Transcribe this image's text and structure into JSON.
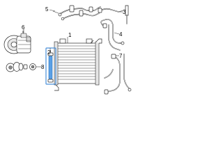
{
  "diagram": {
    "callouts": [
      {
        "id": "1",
        "text": "1"
      },
      {
        "id": "2",
        "text": "2"
      },
      {
        "id": "3",
        "text": "3"
      },
      {
        "id": "4",
        "text": "4"
      },
      {
        "id": "5",
        "text": "5"
      },
      {
        "id": "6",
        "text": "6"
      },
      {
        "id": "7",
        "text": "7"
      },
      {
        "id": "8",
        "text": "8"
      }
    ],
    "colors": {
      "highlight": "#4a90d9",
      "line": "#2a2a2a",
      "background": "#ffffff"
    }
  }
}
